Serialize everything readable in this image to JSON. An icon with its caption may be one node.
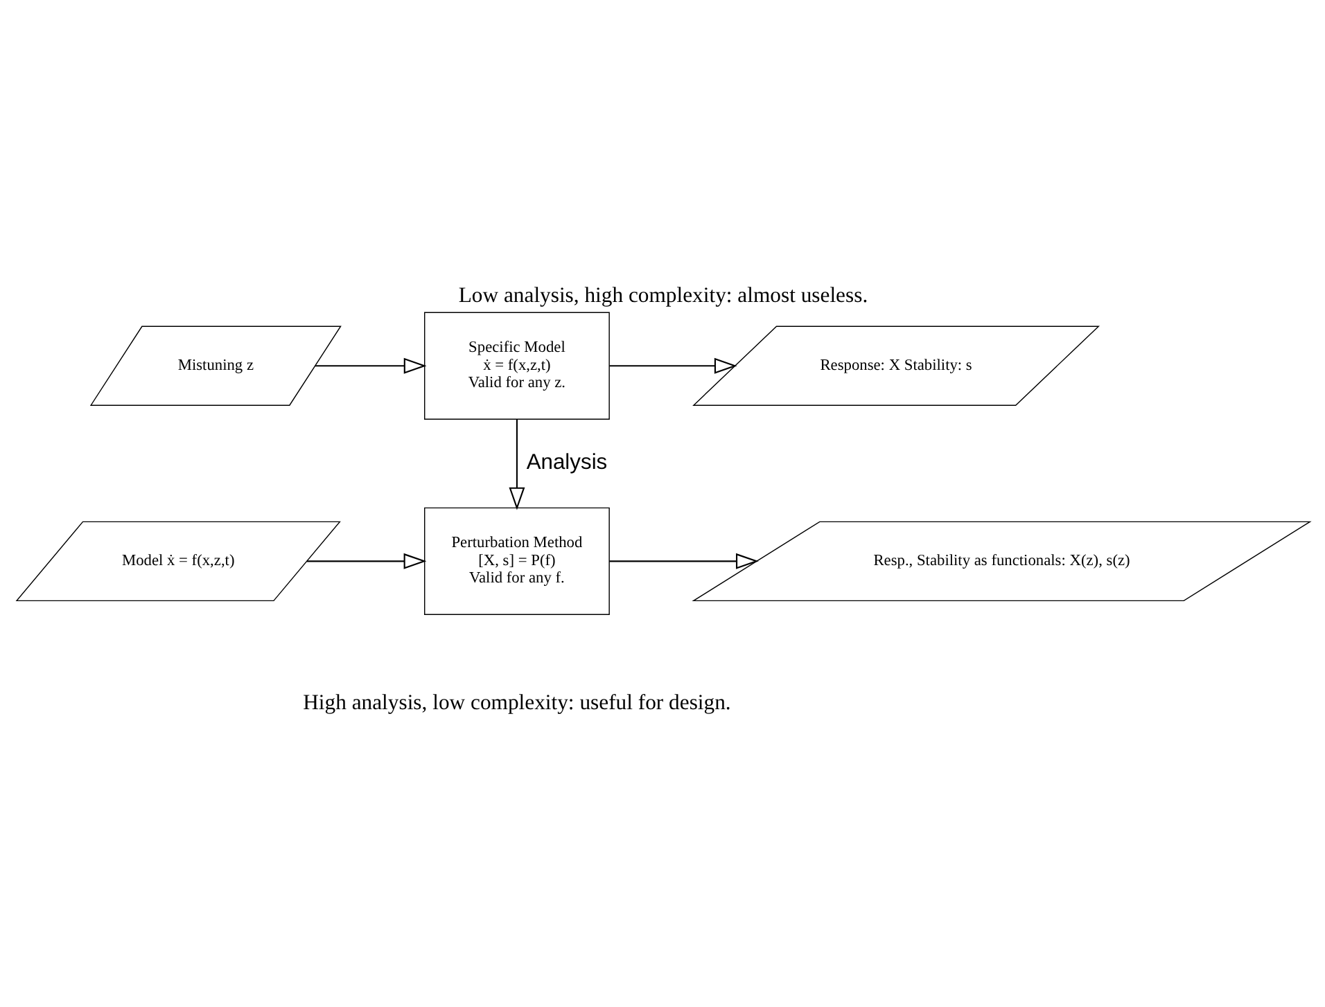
{
  "diagram": {
    "title": "Low analysis, high complexity: almost useless.",
    "caption": "High analysis, low complexity: useful for design.",
    "nodes": [
      {
        "text": [
          "Mistuning z"
        ]
      },
      {
        "text": [
          "Specific Model",
          "ẋ = f(x,z,t)",
          "Valid for any z."
        ]
      },
      {
        "text": [
          "Response: X Stability: s"
        ]
      },
      {
        "text": [
          "Model ẋ = f(x,z,t)"
        ]
      },
      {
        "text": [
          "Perturbation Method",
          "[X, s] = P(f)",
          "Valid for any f."
        ]
      },
      {
        "text": [
          "Resp., Stability as functionals: X(z), s(z)"
        ]
      }
    ],
    "edges": [
      {
        "from": 0,
        "to": 1,
        "arrow": "to"
      },
      {
        "from": 1,
        "to": 2,
        "arrow": "to"
      },
      {
        "from": 1,
        "to": 4,
        "arrow": "to",
        "label": "Analysis"
      },
      {
        "from": 3,
        "to": 4,
        "arrow": "to"
      },
      {
        "from": 4,
        "to": 5,
        "arrow": "to"
      }
    ]
  }
}
